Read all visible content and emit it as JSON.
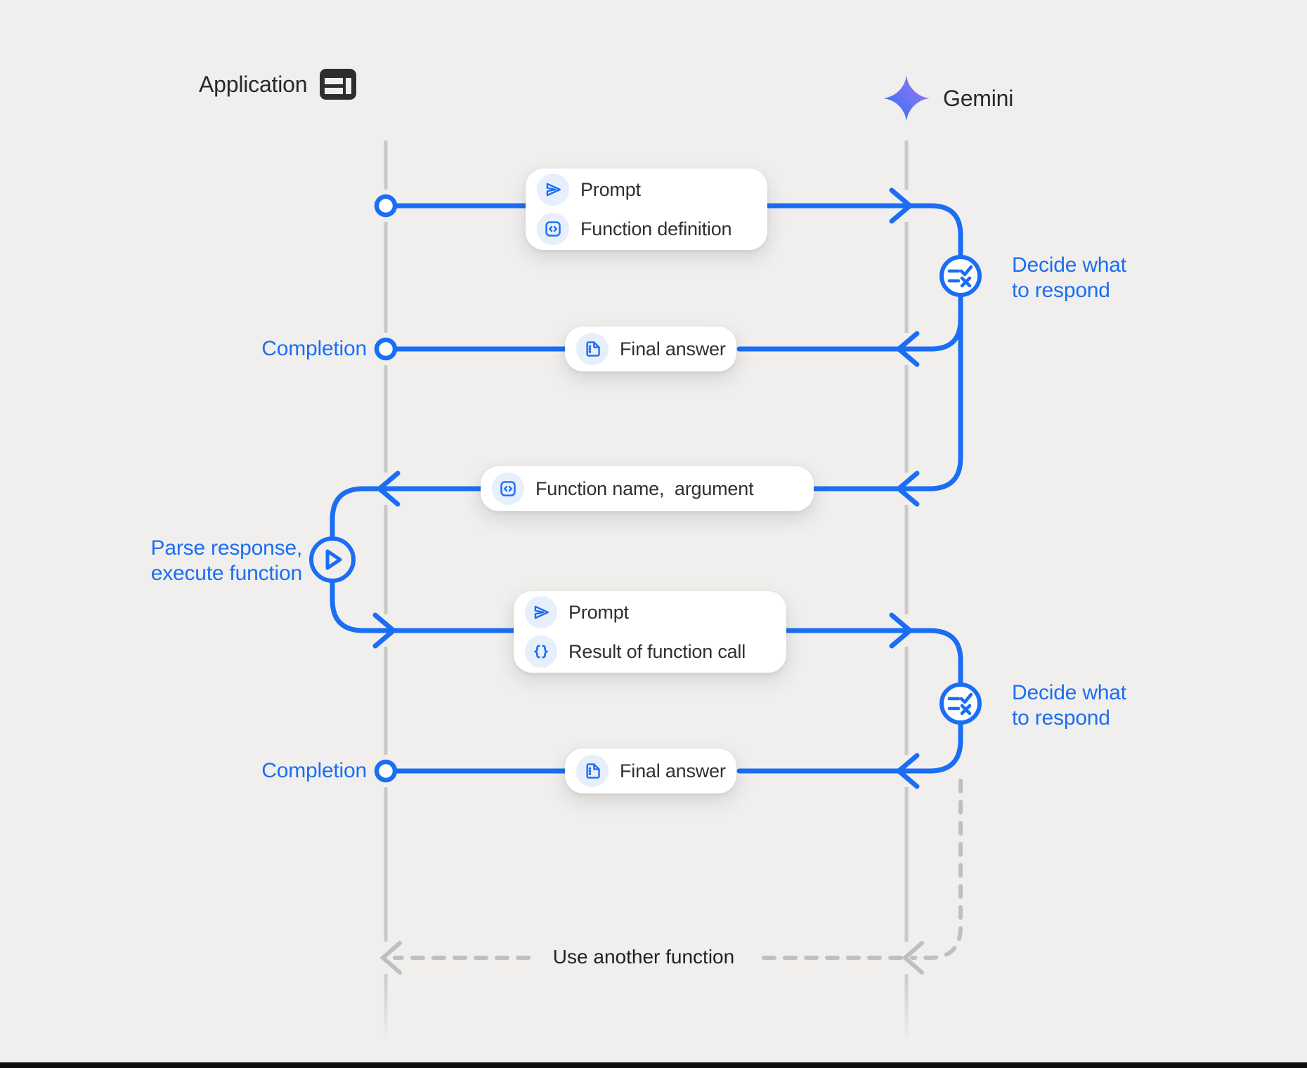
{
  "colors": {
    "background": "#f1efed",
    "flow_blue": "#1b6ef3",
    "icon_chip_bg": "#e7effc",
    "lifeline_gray": "#c9c9c7",
    "dash_gray": "#bfbfbd",
    "text_dark": "#26282b",
    "card_bg": "#ffffff",
    "gemini_gradient_start": "#3173f4",
    "gemini_gradient_end": "#9b70f4",
    "bottom_bar": "#0e0e0e"
  },
  "actors": {
    "application": {
      "label": "Application",
      "icon": "app-window-icon"
    },
    "gemini": {
      "label": "Gemini",
      "icon": "gemini-star-icon"
    }
  },
  "cards": [
    {
      "id": "prompt-function-definition",
      "rows": [
        {
          "icon": "send-icon",
          "label": "Prompt"
        },
        {
          "icon": "code-brackets-icon",
          "label": "Function definition"
        }
      ]
    },
    {
      "id": "final-answer-1",
      "rows": [
        {
          "icon": "document-icon",
          "label": "Final answer"
        }
      ]
    },
    {
      "id": "function-name-argument",
      "rows": [
        {
          "icon": "code-brackets-icon",
          "label": "Function name,  argument"
        }
      ]
    },
    {
      "id": "prompt-result-of-function-call",
      "rows": [
        {
          "icon": "send-icon",
          "label": "Prompt"
        },
        {
          "icon": "braces-icon",
          "label": "Result of function call"
        }
      ]
    },
    {
      "id": "final-answer-2",
      "rows": [
        {
          "icon": "document-icon",
          "label": "Final answer"
        }
      ]
    }
  ],
  "labels": {
    "decide1_line1": "Decide what",
    "decide1_line2": "to respond",
    "decide2_line1": "Decide what",
    "decide2_line2": "to respond",
    "completion1": "Completion",
    "completion2": "Completion",
    "parse_line1": "Parse response,",
    "parse_line2": "execute function",
    "use_another": "Use another function"
  },
  "node_icons": {
    "decide_node": "rule-check-x-icon",
    "parse_node": "play-triangle-icon"
  }
}
